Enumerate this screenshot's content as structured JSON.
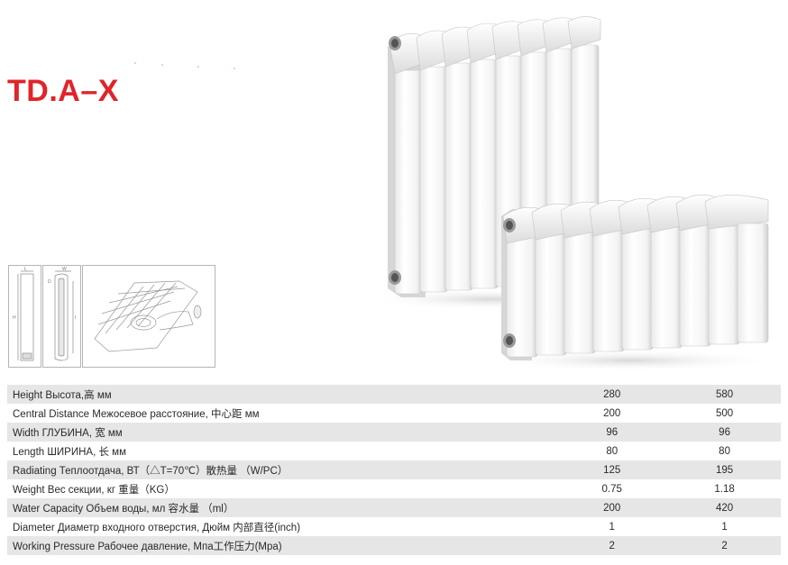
{
  "page": {
    "model": "TD.A–X"
  },
  "specs": {
    "rows": [
      {
        "label": "Height  Высота,高 мм",
        "v1": "280",
        "v2": "580"
      },
      {
        "label": "Central  Distance   Межосевое расстояние, 中心距  мм",
        "v1": "200",
        "v2": "500"
      },
      {
        "label": "Width  ГЛУБИНА, 宽 мм",
        "v1": "96",
        "v2": "96"
      },
      {
        "label": "Length  ШИРИНА, 长 мм",
        "v1": "80",
        "v2": "80"
      },
      {
        "label": "Radiating  Теплоотдача, ВТ（△T=70℃）散热量  （W/PC）",
        "v1": "125",
        "v2": "195"
      },
      {
        "label": "Weight  Вес секции, кг 重量（KG）",
        "v1": "0.75",
        "v2": "1.18"
      },
      {
        "label": "Water Capacity  Объем воды, мл 容水量 （ml）",
        "v1": "200",
        "v2": "420"
      },
      {
        "label": "Diameter   Диаметр входного отверстия, Дюйм 内部直径(inch)",
        "v1": "1",
        "v2": "1"
      },
      {
        "label": "Working Pressure   Рабочее давление, Мпа工作压力(Mpa)",
        "v1": "2",
        "v2": "2"
      }
    ]
  },
  "diagram": {
    "dimension_labels": {
      "length": "L",
      "width": "W",
      "height": "H",
      "diameter": "D",
      "central": "I"
    }
  },
  "colors": {
    "title": "#e0242a",
    "row_shade": "#e6e6e6",
    "radiator_body": "#ffffff",
    "radiator_shadow": "#d9d9d9"
  }
}
